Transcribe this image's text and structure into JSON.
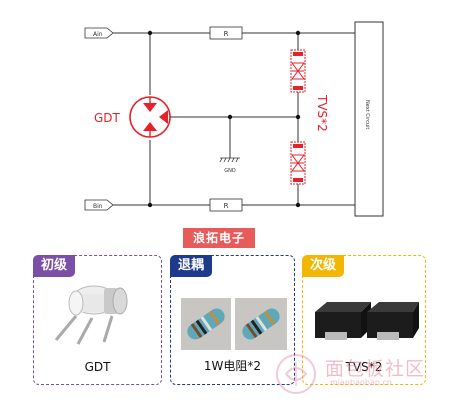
{
  "schematic": {
    "input_a": "Ain",
    "input_b": "Bin",
    "resistor_top": "R",
    "resistor_bottom": "R",
    "gdt_label": "GDT",
    "gnd_label": "GND",
    "tvs_label": "TVS*2",
    "next_circuit_label": "Next Circuit"
  },
  "brand": "浪拓电子",
  "panels": [
    {
      "tag": "初级",
      "caption": "GDT",
      "color": "#7b4fa5"
    },
    {
      "tag": "退耦",
      "caption": "1W电阻*2",
      "color": "#1e3a8a"
    },
    {
      "tag": "次级",
      "caption": "TVS*2",
      "color": "#f2b705"
    }
  ],
  "watermark": {
    "main": "面包板社区",
    "sub": "mianbaoban.cn"
  },
  "colors": {
    "accent_red": "#e8202a",
    "wire": "#333333"
  }
}
